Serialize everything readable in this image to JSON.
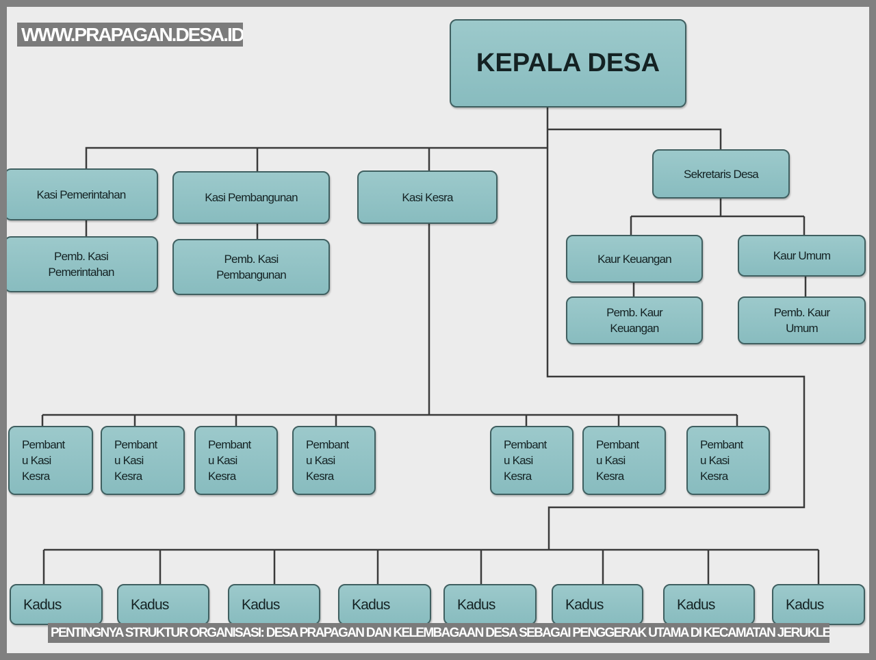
{
  "watermark": "WWW.PRAPAGAN.DESA.ID",
  "caption": "PENTINGNYA STRUKTUR ORGANISASI: DESA PRAPAGAN DAN KELEMBAGAAN DESA SEBAGAI PENGGERAK UTAMA DI KECAMATAN JERUKLEGI",
  "colors": {
    "box_fill": "#8fc0c3",
    "box_border": "#3f5f60",
    "background": "#ececec",
    "frame": "#808080"
  },
  "nodes": {
    "kepala_desa": "KEPALA DESA",
    "kasi_pemerintahan": "Kasi Pemerintahan",
    "kasi_pembangunan": "Kasi Pembangunan",
    "kasi_kesra": "Kasi Kesra",
    "sekretaris_desa": "Sekretaris Desa",
    "pemb_kasi_pemerintahan": "Pemb. Kasi\nPemerintahan",
    "pemb_kasi_pembangunan": "Pemb. Kasi\nPembangunan",
    "kaur_keuangan": "Kaur Keuangan",
    "kaur_umum": "Kaur Umum",
    "pemb_kaur_keuangan": "Pemb. Kaur\nKeuangan",
    "pemb_kaur_umum": "Pemb. Kaur\nUmum",
    "pembantu_kasi_kesra": [
      "Pembant\nu Kasi\nKesra",
      "Pembant\nu Kasi\nKesra",
      "Pembant\nu Kasi\nKesra",
      "Pembant\nu Kasi\nKesra",
      "Pembant\nu Kasi\nKesra",
      "Pembant\nu Kasi\nKesra",
      "Pembant\nu Kasi\nKesra"
    ],
    "kadus": [
      "Kadus",
      "Kadus",
      "Kadus",
      "Kadus",
      "Kadus",
      "Kadus",
      "Kadus",
      "Kadus"
    ]
  }
}
